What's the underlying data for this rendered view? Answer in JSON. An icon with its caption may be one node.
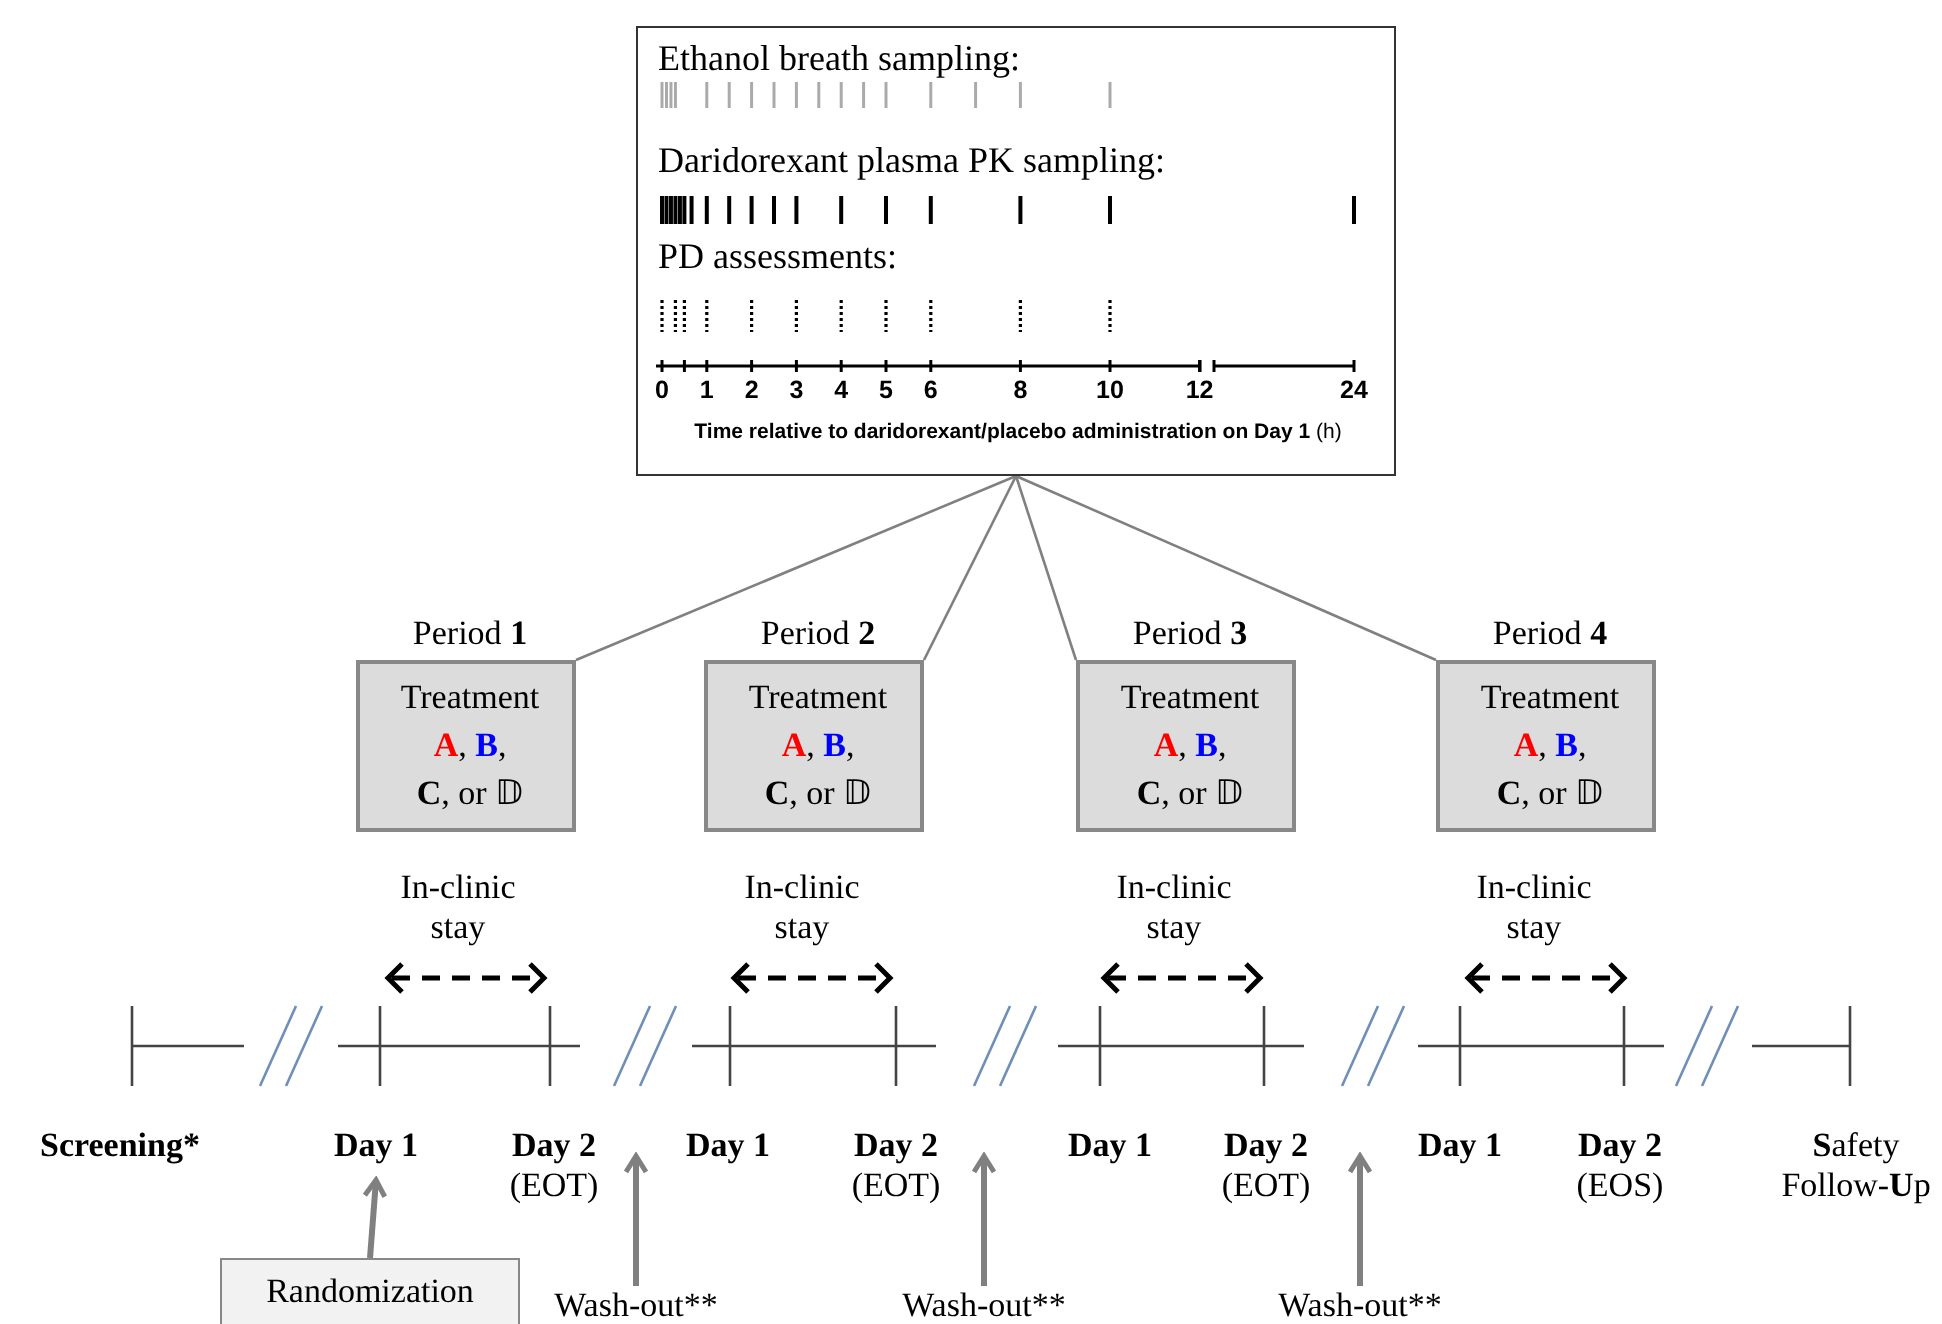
{
  "diagram": {
    "nodes": [
      {
        "text": [
          "Ethanol breath sampling:",
          "Daridorexant plasma PK sampling:",
          "PD assessments:",
          "**Time relative to daridorexant/placebo administration on Day 1** (h)"
        ]
      },
      {
        "text": [
          "Period **1**",
          "Treatment",
          "**A**, **B**,",
          "**C**, or 𝔻"
        ]
      },
      {
        "text": [
          "Period **2**",
          "Treatment",
          "**A**, **B**,",
          "**C**, or 𝔻"
        ]
      },
      {
        "text": [
          "Period **3**",
          "Treatment",
          "**A**, **B**,",
          "**C**, or 𝔻"
        ]
      },
      {
        "text": [
          "Period **4**",
          "Treatment",
          "**A**, **B**,",
          "**C**, or 𝔻"
        ]
      },
      {
        "text": [
          "Day 1"
        ]
      },
      {
        "text": [
          "Randomization"
        ]
      },
      {
        "text": [
          "Wash-out**"
        ]
      },
      {
        "text": [
          "Wash-out**"
        ]
      },
      {
        "text": [
          "Wash-out**"
        ]
      }
    ],
    "edges": [
      {
        "from": 0,
        "to": 1,
        "arrow": "none"
      },
      {
        "from": 0,
        "to": 2,
        "arrow": "none"
      },
      {
        "from": 0,
        "to": 3,
        "arrow": "none"
      },
      {
        "from": 0,
        "to": 4,
        "arrow": "none"
      },
      {
        "from": 6,
        "to": 5,
        "arrow": "to",
        "style": "thick"
      },
      {
        "from": 7,
        "to": null,
        "arrow": "to",
        "style": "thick"
      },
      {
        "from": 8,
        "to": null,
        "arrow": "to",
        "style": "thick"
      },
      {
        "from": 9,
        "to": null,
        "arrow": "to",
        "style": "thick"
      }
    ],
    "labels": [
      "0",
      "1",
      "2",
      "3",
      "4",
      "5",
      "6",
      "8",
      "10",
      "12",
      "24",
      "In-clinic stay",
      "In-clinic stay",
      "In-clinic stay",
      "In-clinic stay",
      "Screening*",
      "**Day 2** (EOT)",
      "Day 1",
      "**Day 2** (EOT)",
      "Day 1",
      "**Day 2** (EOT)",
      "Day 1",
      "**Day 2** (EOS)",
      "**S**afety Follow-**U**p"
    ]
  }
}
